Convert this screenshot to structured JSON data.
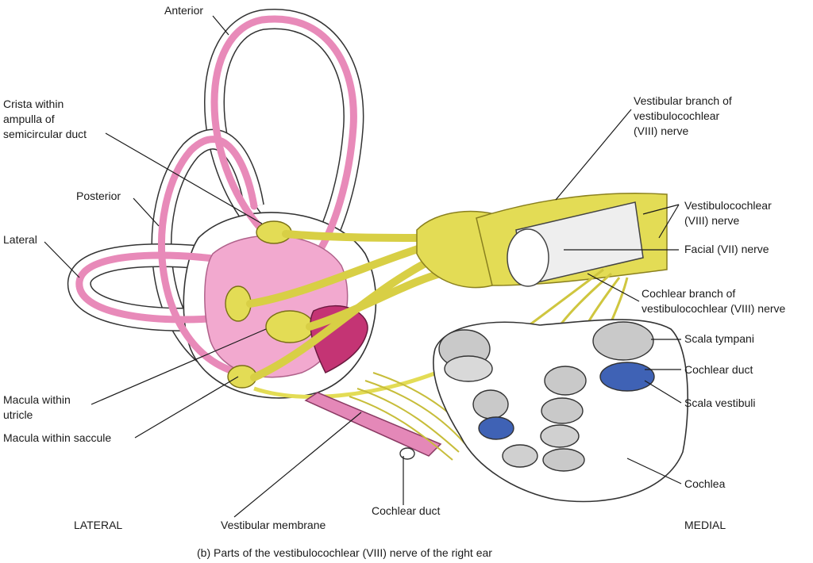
{
  "labels": {
    "anterior": "Anterior",
    "crista": "Crista within\nampulla of\nsemicircular duct",
    "posterior": "Posterior",
    "lateral": "Lateral",
    "macula_utricle": "Macula within\nutricle",
    "macula_saccule": "Macula within saccule",
    "vestibular_membrane": "Vestibular membrane",
    "cochlear_duct_bottom": "Cochlear duct",
    "vestibular_branch": "Vestibular branch of\nvestibulocochlear\n(VIII) nerve",
    "vestibulocochlear_nerve": "Vestibulocochlear\n(VIII) nerve",
    "facial_nerve": "Facial (VII) nerve",
    "cochlear_branch": "Cochlear branch of\nvestibulocochlear (VIII) nerve",
    "scala_tympani": "Scala tympani",
    "cochlear_duct_right": "Cochlear duct",
    "scala_vestibuli": "Scala vestibuli",
    "cochlea": "Cochlea"
  },
  "orientation": {
    "left": "LATERAL",
    "right": "MEDIAL"
  },
  "caption": "(b) Parts of the vestibulocochlear (VIII) nerve of the right ear",
  "colors": {
    "membranous_labyrinth": "#f2a9cf",
    "nerve": "#e3dc55",
    "nerve_dark": "#b9ae2c",
    "endolymph_blue": "#3f62b5",
    "facial_nerve": "#eeeeee",
    "outline": "#222222"
  }
}
